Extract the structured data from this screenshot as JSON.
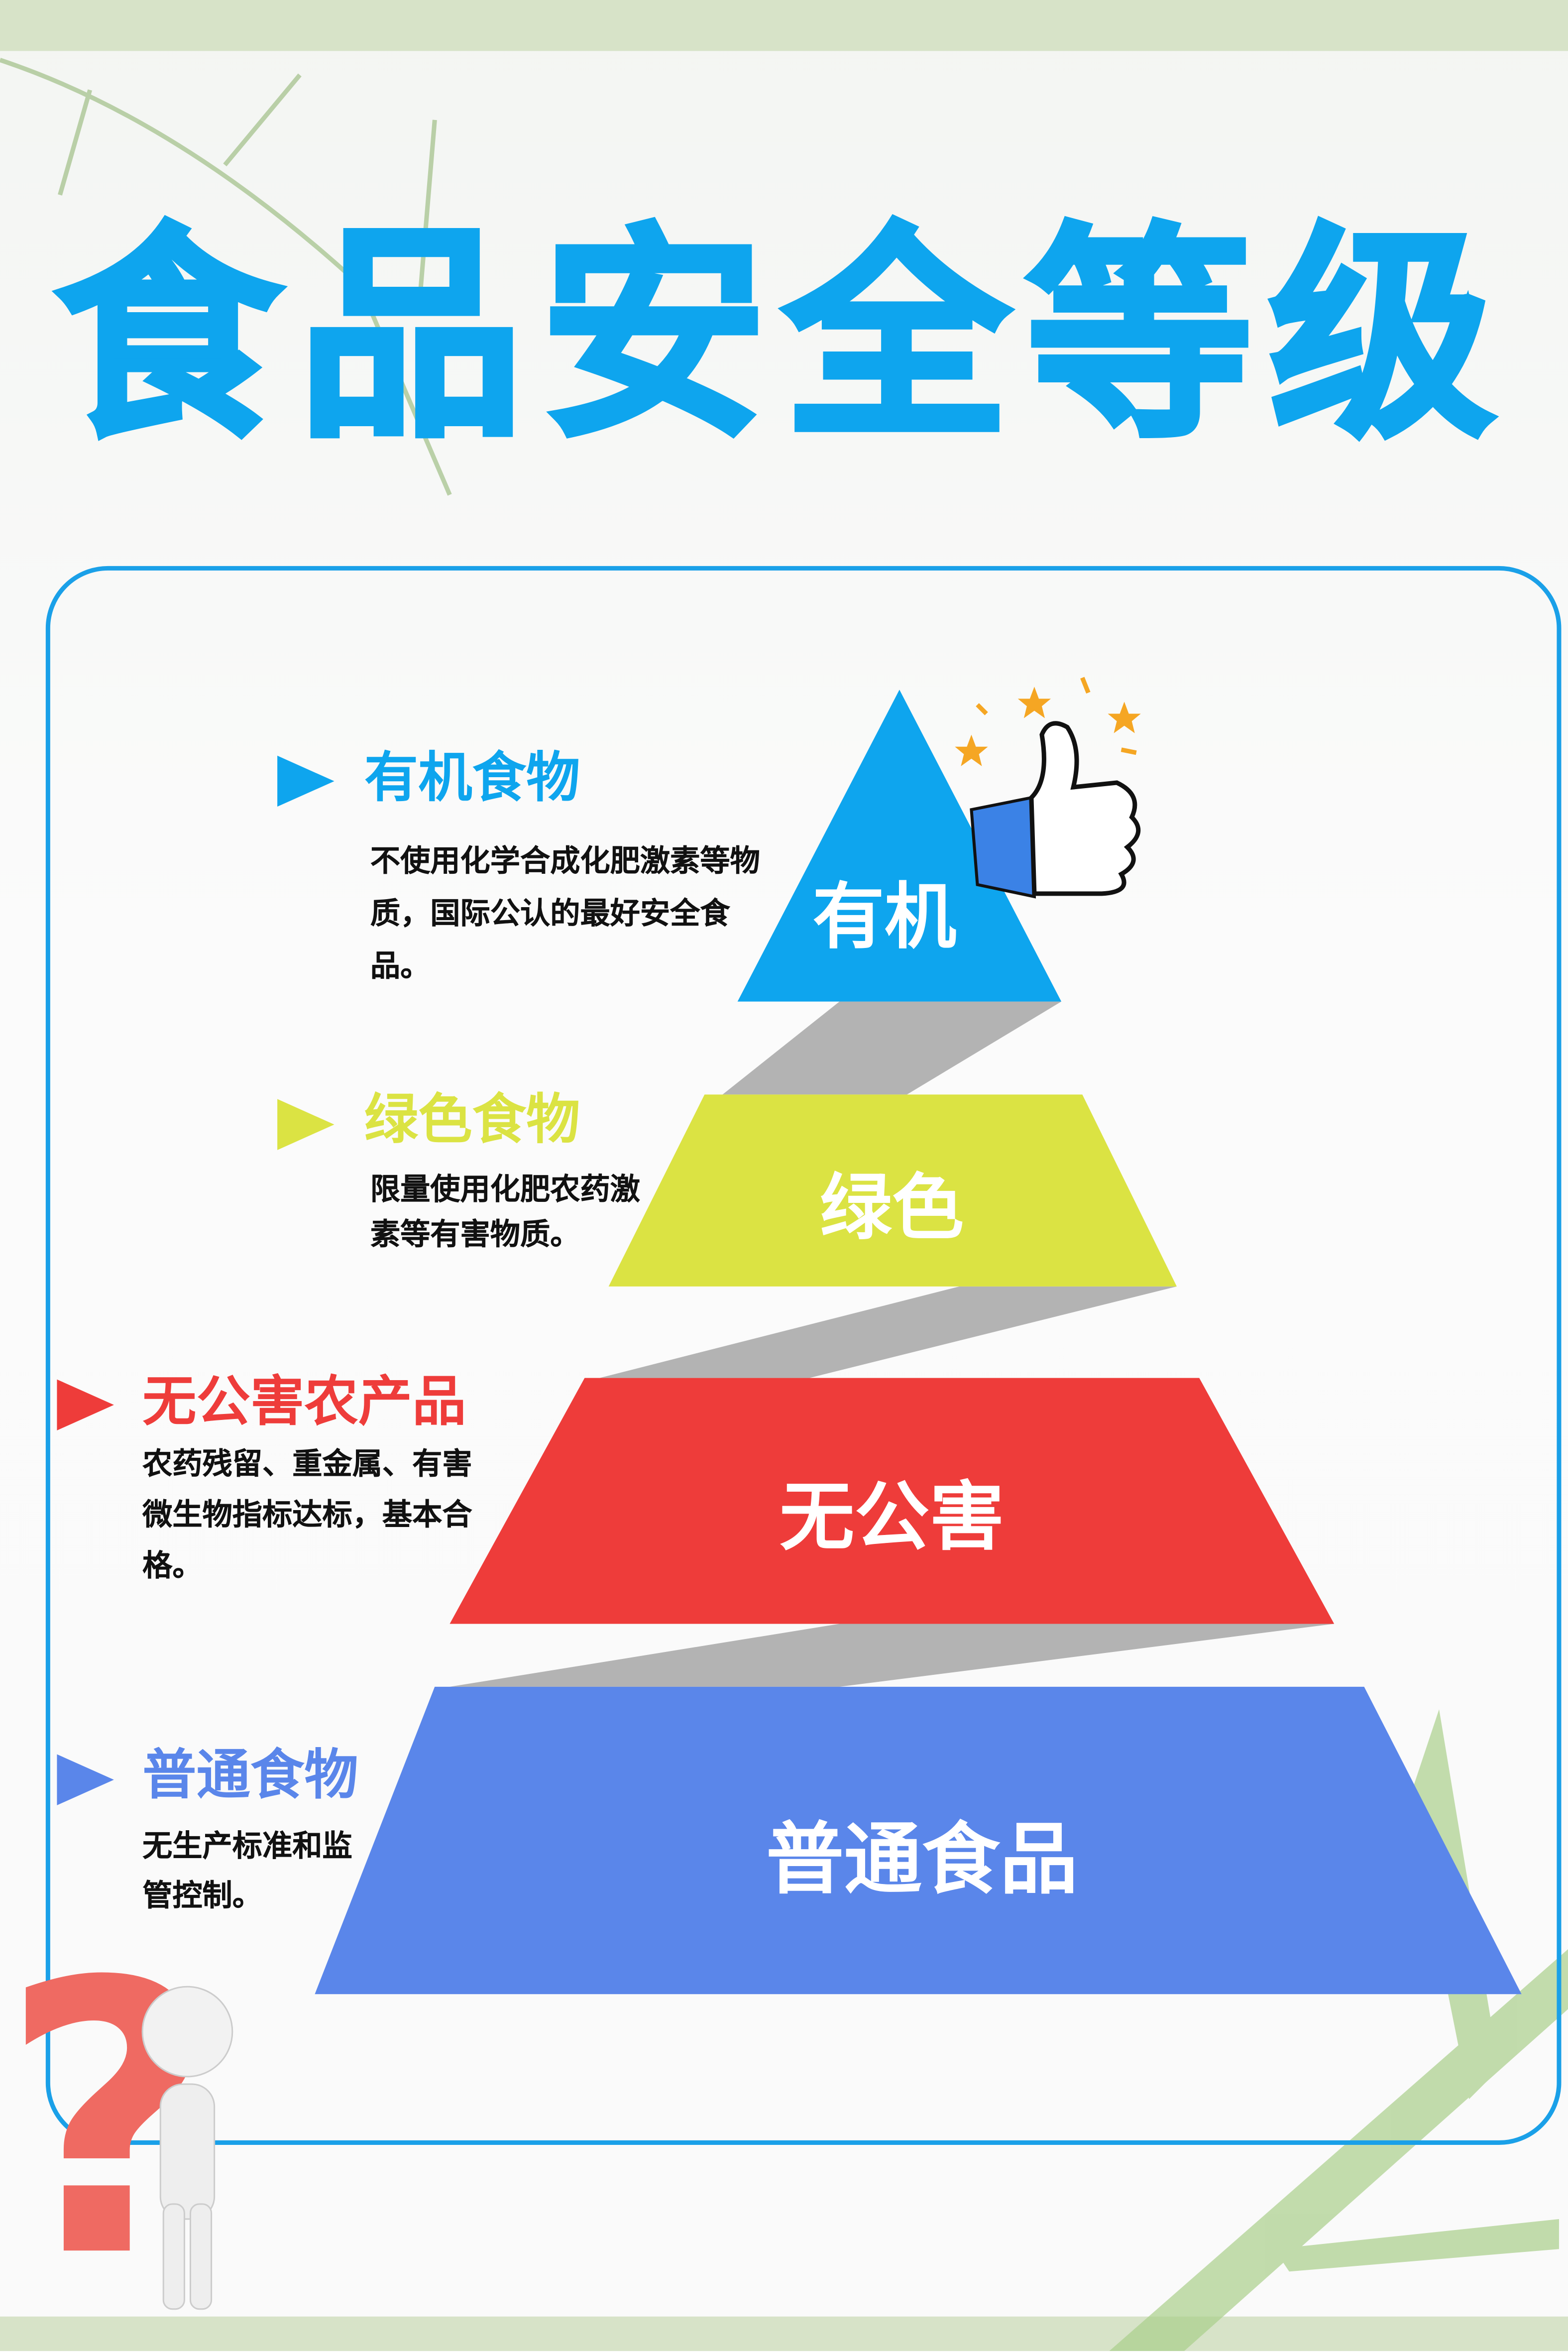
{
  "title": "食品安全等级",
  "colors": {
    "blue": "#0ea5ee",
    "green": "#dbe343",
    "red": "#ee3c3a",
    "periwinkle": "#5a86ea",
    "gray": "#b3b3b3"
  },
  "levels": [
    {
      "heading": "有机食物",
      "description": "不使用化学合成化肥激素等物质，国际公认的最好安全食品。",
      "tier_label": "有机"
    },
    {
      "heading": "绿色食物",
      "description": "限量使用化肥农药激素等有害物质。",
      "tier_label": "绿色"
    },
    {
      "heading": "无公害农产品",
      "description": "农药残留、重金属、有害微生物指标达标，基本合格。",
      "tier_label": "无公害"
    },
    {
      "heading": "普通食物",
      "description": "无生产标准和监管控制。",
      "tier_label": "普通食品"
    }
  ],
  "decor": {
    "thumbs_up": "👍",
    "question_mark": "?"
  }
}
